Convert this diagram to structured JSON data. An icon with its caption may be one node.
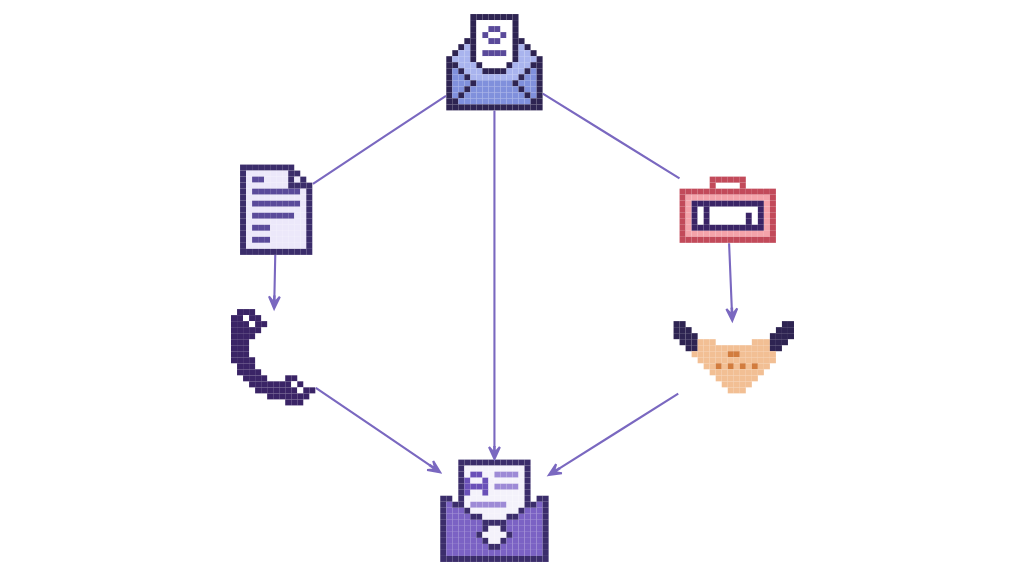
{
  "diagram": {
    "nodes": [
      {
        "text": [],
        "shape": "picture"
      },
      {
        "text": [],
        "shape": "picture"
      },
      {
        "text": [],
        "shape": "picture"
      },
      {
        "text": [],
        "shape": "picture"
      },
      {
        "text": [],
        "shape": "picture"
      },
      {
        "text": [],
        "shape": "picture"
      }
    ],
    "edges": [
      {
        "from": 0,
        "to": 1,
        "arrow": "none"
      },
      {
        "from": 1,
        "to": 3,
        "arrow": "to"
      },
      {
        "from": 0,
        "to": 4,
        "arrow": "to"
      },
      {
        "from": 0,
        "to": 2,
        "arrow": "none"
      },
      {
        "from": 2,
        "to": 5,
        "arrow": "to"
      },
      {
        "from": 3,
        "to": 4,
        "arrow": "to"
      },
      {
        "from": 5,
        "to": 4,
        "arrow": "to"
      }
    ]
  }
}
